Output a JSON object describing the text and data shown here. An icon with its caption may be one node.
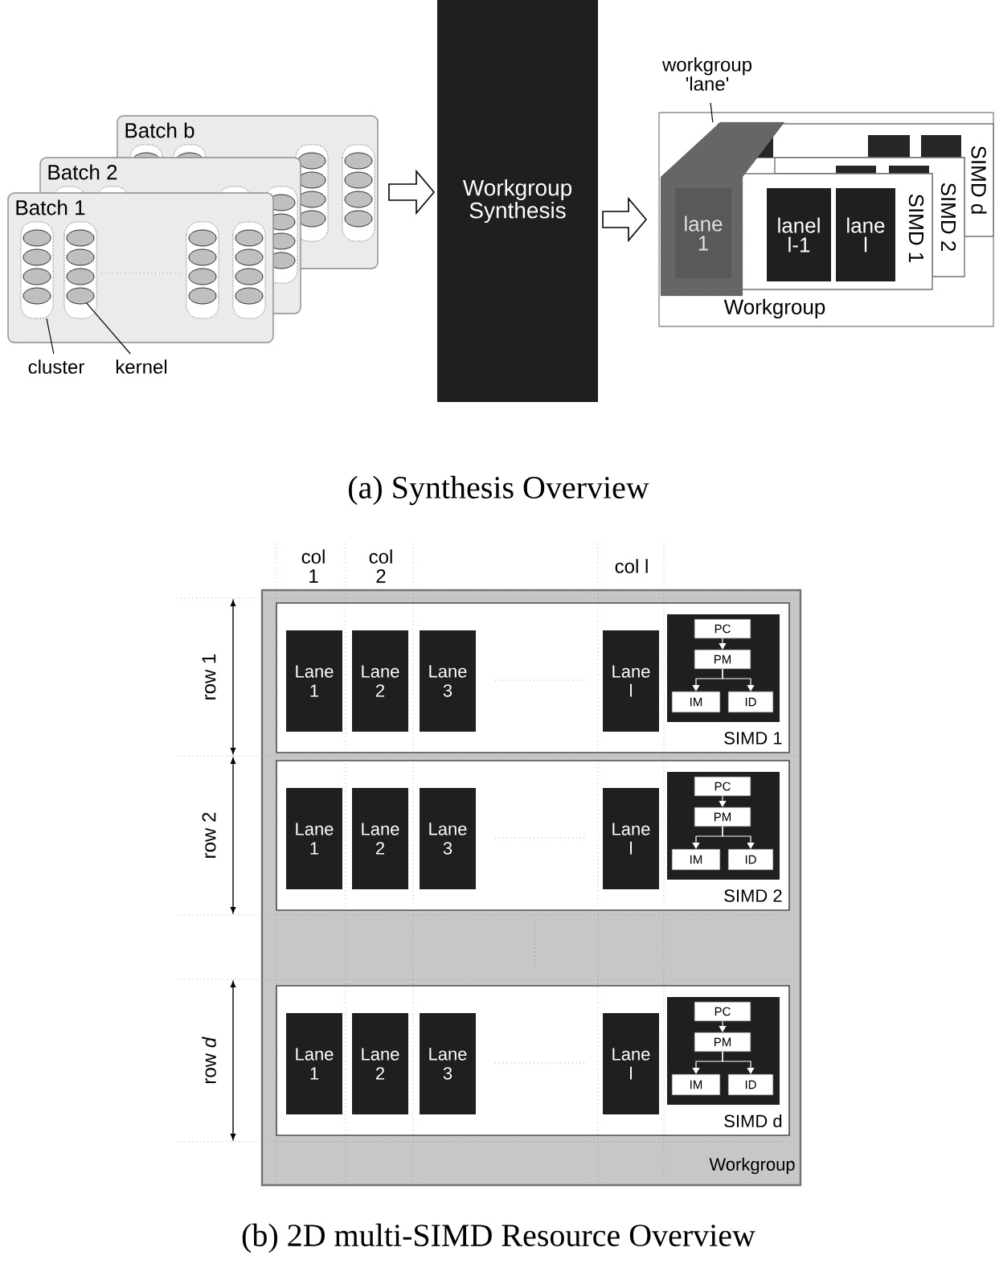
{
  "diagram": {
    "nodes": [
      {
        "text": [
          "Batch b"
        ]
      },
      {
        "text": [
          "Batch 2"
        ]
      },
      {
        "text": [
          "Batch 1"
        ]
      },
      {
        "text": [],
        "shape": "box",
        "in": 2
      },
      {
        "text": [],
        "shape": "circle"
      },
      {
        "text": [
          "cluster"
        ]
      },
      {
        "text": [
          "kernel"
        ]
      },
      {
        "text": [
          "Workgroup Synthesis"
        ]
      },
      {
        "text": [
          "workgroup 'lane'"
        ]
      },
      {
        "text": [
          "Workgroup"
        ]
      },
      {
        "text": [
          "SIMD d"
        ],
        "in": 9
      },
      {
        "text": [
          "SIMD 2"
        ],
        "in": 9
      },
      {
        "text": [
          "SIMD 1"
        ],
        "in": 9
      },
      {
        "text": [],
        "shape": "box",
        "in": 9
      },
      {
        "text": [
          "lane 1"
        ]
      },
      {
        "text": [
          "lanel l-1"
        ],
        "in": 12
      },
      {
        "text": [
          "lane l"
        ],
        "in": 12
      },
      {
        "text": [
          "Workgroup"
        ]
      },
      {
        "text": [
          "SIMD 1"
        ],
        "in": 17
      },
      {
        "text": [
          "Lane 1"
        ],
        "in": 18
      },
      {
        "text": [
          "Lane 2"
        ],
        "in": 18
      },
      {
        "text": [
          "Lane 3"
        ],
        "in": 18
      },
      {
        "text": [
          "Lane l"
        ],
        "in": 18
      },
      {
        "text": [],
        "shape": "box",
        "in": 18
      },
      {
        "text": [
          "PC"
        ],
        "in": 23
      },
      {
        "text": [
          "PM"
        ],
        "in": 23
      },
      {
        "text": [
          "IM"
        ],
        "in": 23
      },
      {
        "text": [
          "ID"
        ],
        "in": 23
      },
      {
        "text": [
          "SIMD 2"
        ],
        "in": 17
      },
      {
        "text": [
          "Lane 1"
        ],
        "in": 28
      },
      {
        "text": [
          "Lane 2"
        ],
        "in": 28
      },
      {
        "text": [
          "Lane 3"
        ],
        "in": 28
      },
      {
        "text": [
          "Lane l"
        ],
        "in": 28
      },
      {
        "text": [],
        "shape": "box",
        "in": 28
      },
      {
        "text": [
          "PC"
        ],
        "in": 33
      },
      {
        "text": [
          "PM"
        ],
        "in": 33
      },
      {
        "text": [
          "IM"
        ],
        "in": 33
      },
      {
        "text": [
          "ID"
        ],
        "in": 33
      },
      {
        "text": [
          "SIMD d"
        ],
        "in": 17
      },
      {
        "text": [
          "Lane 1"
        ],
        "in": 38
      },
      {
        "text": [
          "Lane 2"
        ],
        "in": 38
      },
      {
        "text": [
          "Lane 3"
        ],
        "in": 38
      },
      {
        "text": [
          "Lane l"
        ],
        "in": 38
      },
      {
        "text": [],
        "shape": "box",
        "in": 38
      },
      {
        "text": [
          "PC"
        ],
        "in": 43
      },
      {
        "text": [
          "PM"
        ],
        "in": 43
      },
      {
        "text": [
          "IM"
        ],
        "in": 43
      },
      {
        "text": [
          "ID"
        ],
        "in": 43
      }
    ],
    "edges": [
      {
        "from": 0,
        "to": 7,
        "arrow": "to",
        "style": "thick"
      },
      {
        "from": 7,
        "to": 9,
        "arrow": "to",
        "style": "thick"
      },
      {
        "from": 5,
        "to": 3,
        "arrow": "none",
        "color": "#000000"
      },
      {
        "from": 6,
        "to": 4,
        "arrow": "none",
        "color": "#000000"
      },
      {
        "from": 8,
        "to": 13,
        "arrow": "none",
        "color": "#000000"
      },
      {
        "from": 24,
        "to": 25,
        "arrow": "to",
        "color": "#ffffff"
      },
      {
        "from": 25,
        "to": 26,
        "arrow": "to",
        "color": "#ffffff"
      },
      {
        "from": 25,
        "to": 27,
        "arrow": "to",
        "color": "#ffffff"
      },
      {
        "from": 34,
        "to": 35,
        "arrow": "to",
        "color": "#ffffff"
      },
      {
        "from": 35,
        "to": 36,
        "arrow": "to",
        "color": "#ffffff"
      },
      {
        "from": 35,
        "to": 37,
        "arrow": "to",
        "color": "#ffffff"
      },
      {
        "from": 44,
        "to": 45,
        "arrow": "to",
        "color": "#ffffff"
      },
      {
        "from": 45,
        "to": 46,
        "arrow": "to",
        "color": "#ffffff"
      },
      {
        "from": 45,
        "to": 47,
        "arrow": "to",
        "color": "#ffffff"
      }
    ],
    "labels": [
      "(a) Synthesis Overview",
      "col 1",
      "col 2",
      "col l",
      "row 1",
      "row 2",
      "row *d*",
      "(b) 2D multi-SIMD Resource Overview"
    ]
  }
}
